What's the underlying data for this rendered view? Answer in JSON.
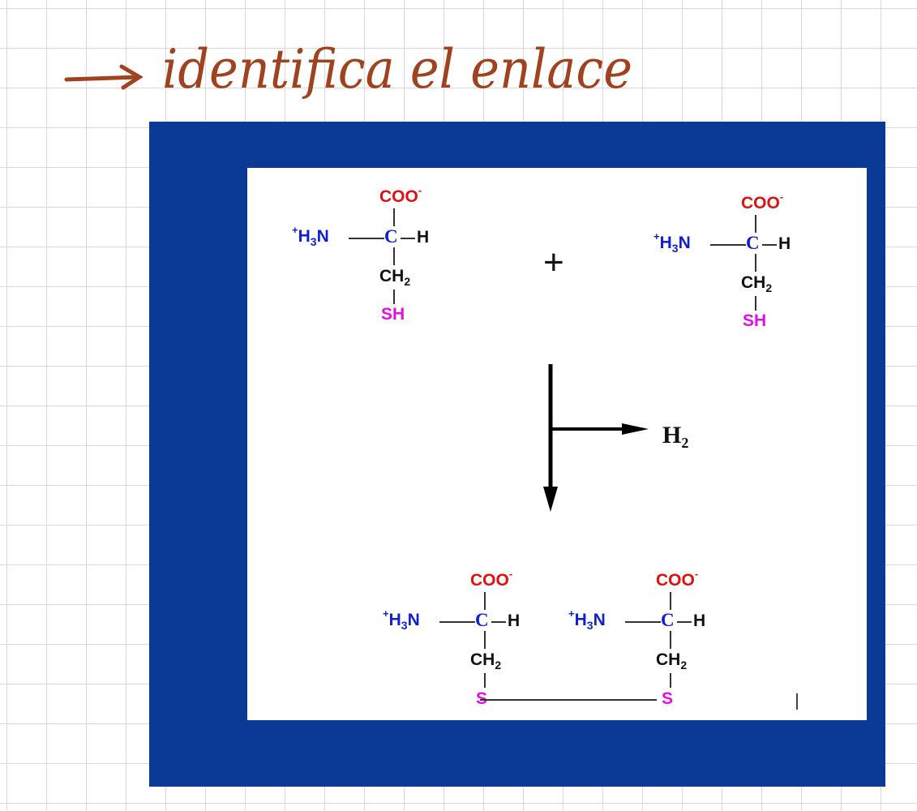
{
  "note": {
    "handwritten_text": "identifica el enlace",
    "ink_color": "#a0421f"
  },
  "colors": {
    "frame": "#0a3a96",
    "panel": "#ffffff",
    "carboxylate": "#e01010",
    "amine": "#1020d0",
    "sulfur": "#e010e0"
  },
  "reaction": {
    "reactant_left": {
      "carboxyl": "COO",
      "charge_minus": "-",
      "amine_plus": "+",
      "amine_h": "H",
      "amine_sub": "3",
      "amine_n": "N",
      "alpha_c": "C",
      "alpha_h": "H",
      "ch2_c": "CH",
      "ch2_sub": "2",
      "thiol": "SH"
    },
    "reactant_right": {
      "carboxyl": "COO",
      "charge_minus": "-",
      "amine_plus": "+",
      "amine_h": "H",
      "amine_sub": "3",
      "amine_n": "N",
      "alpha_c": "C",
      "alpha_h": "H",
      "ch2_c": "CH",
      "ch2_sub": "2",
      "thiol": "SH"
    },
    "plus_sign": "+",
    "byproduct": {
      "h": "H",
      "sub": "2"
    },
    "product_left": {
      "carboxyl": "COO",
      "charge_minus": "-",
      "amine_plus": "+",
      "amine_h": "H",
      "amine_sub": "3",
      "amine_n": "N",
      "alpha_c": "C",
      "alpha_h": "H",
      "ch2_c": "CH",
      "ch2_sub": "2",
      "sulfur": "S"
    },
    "product_right": {
      "carboxyl": "COO",
      "charge_minus": "-",
      "amine_plus": "+",
      "amine_h": "H",
      "amine_sub": "3",
      "amine_n": "N",
      "alpha_c": "C",
      "alpha_h": "H",
      "ch2_c": "CH",
      "ch2_sub": "2",
      "sulfur": "S"
    }
  }
}
